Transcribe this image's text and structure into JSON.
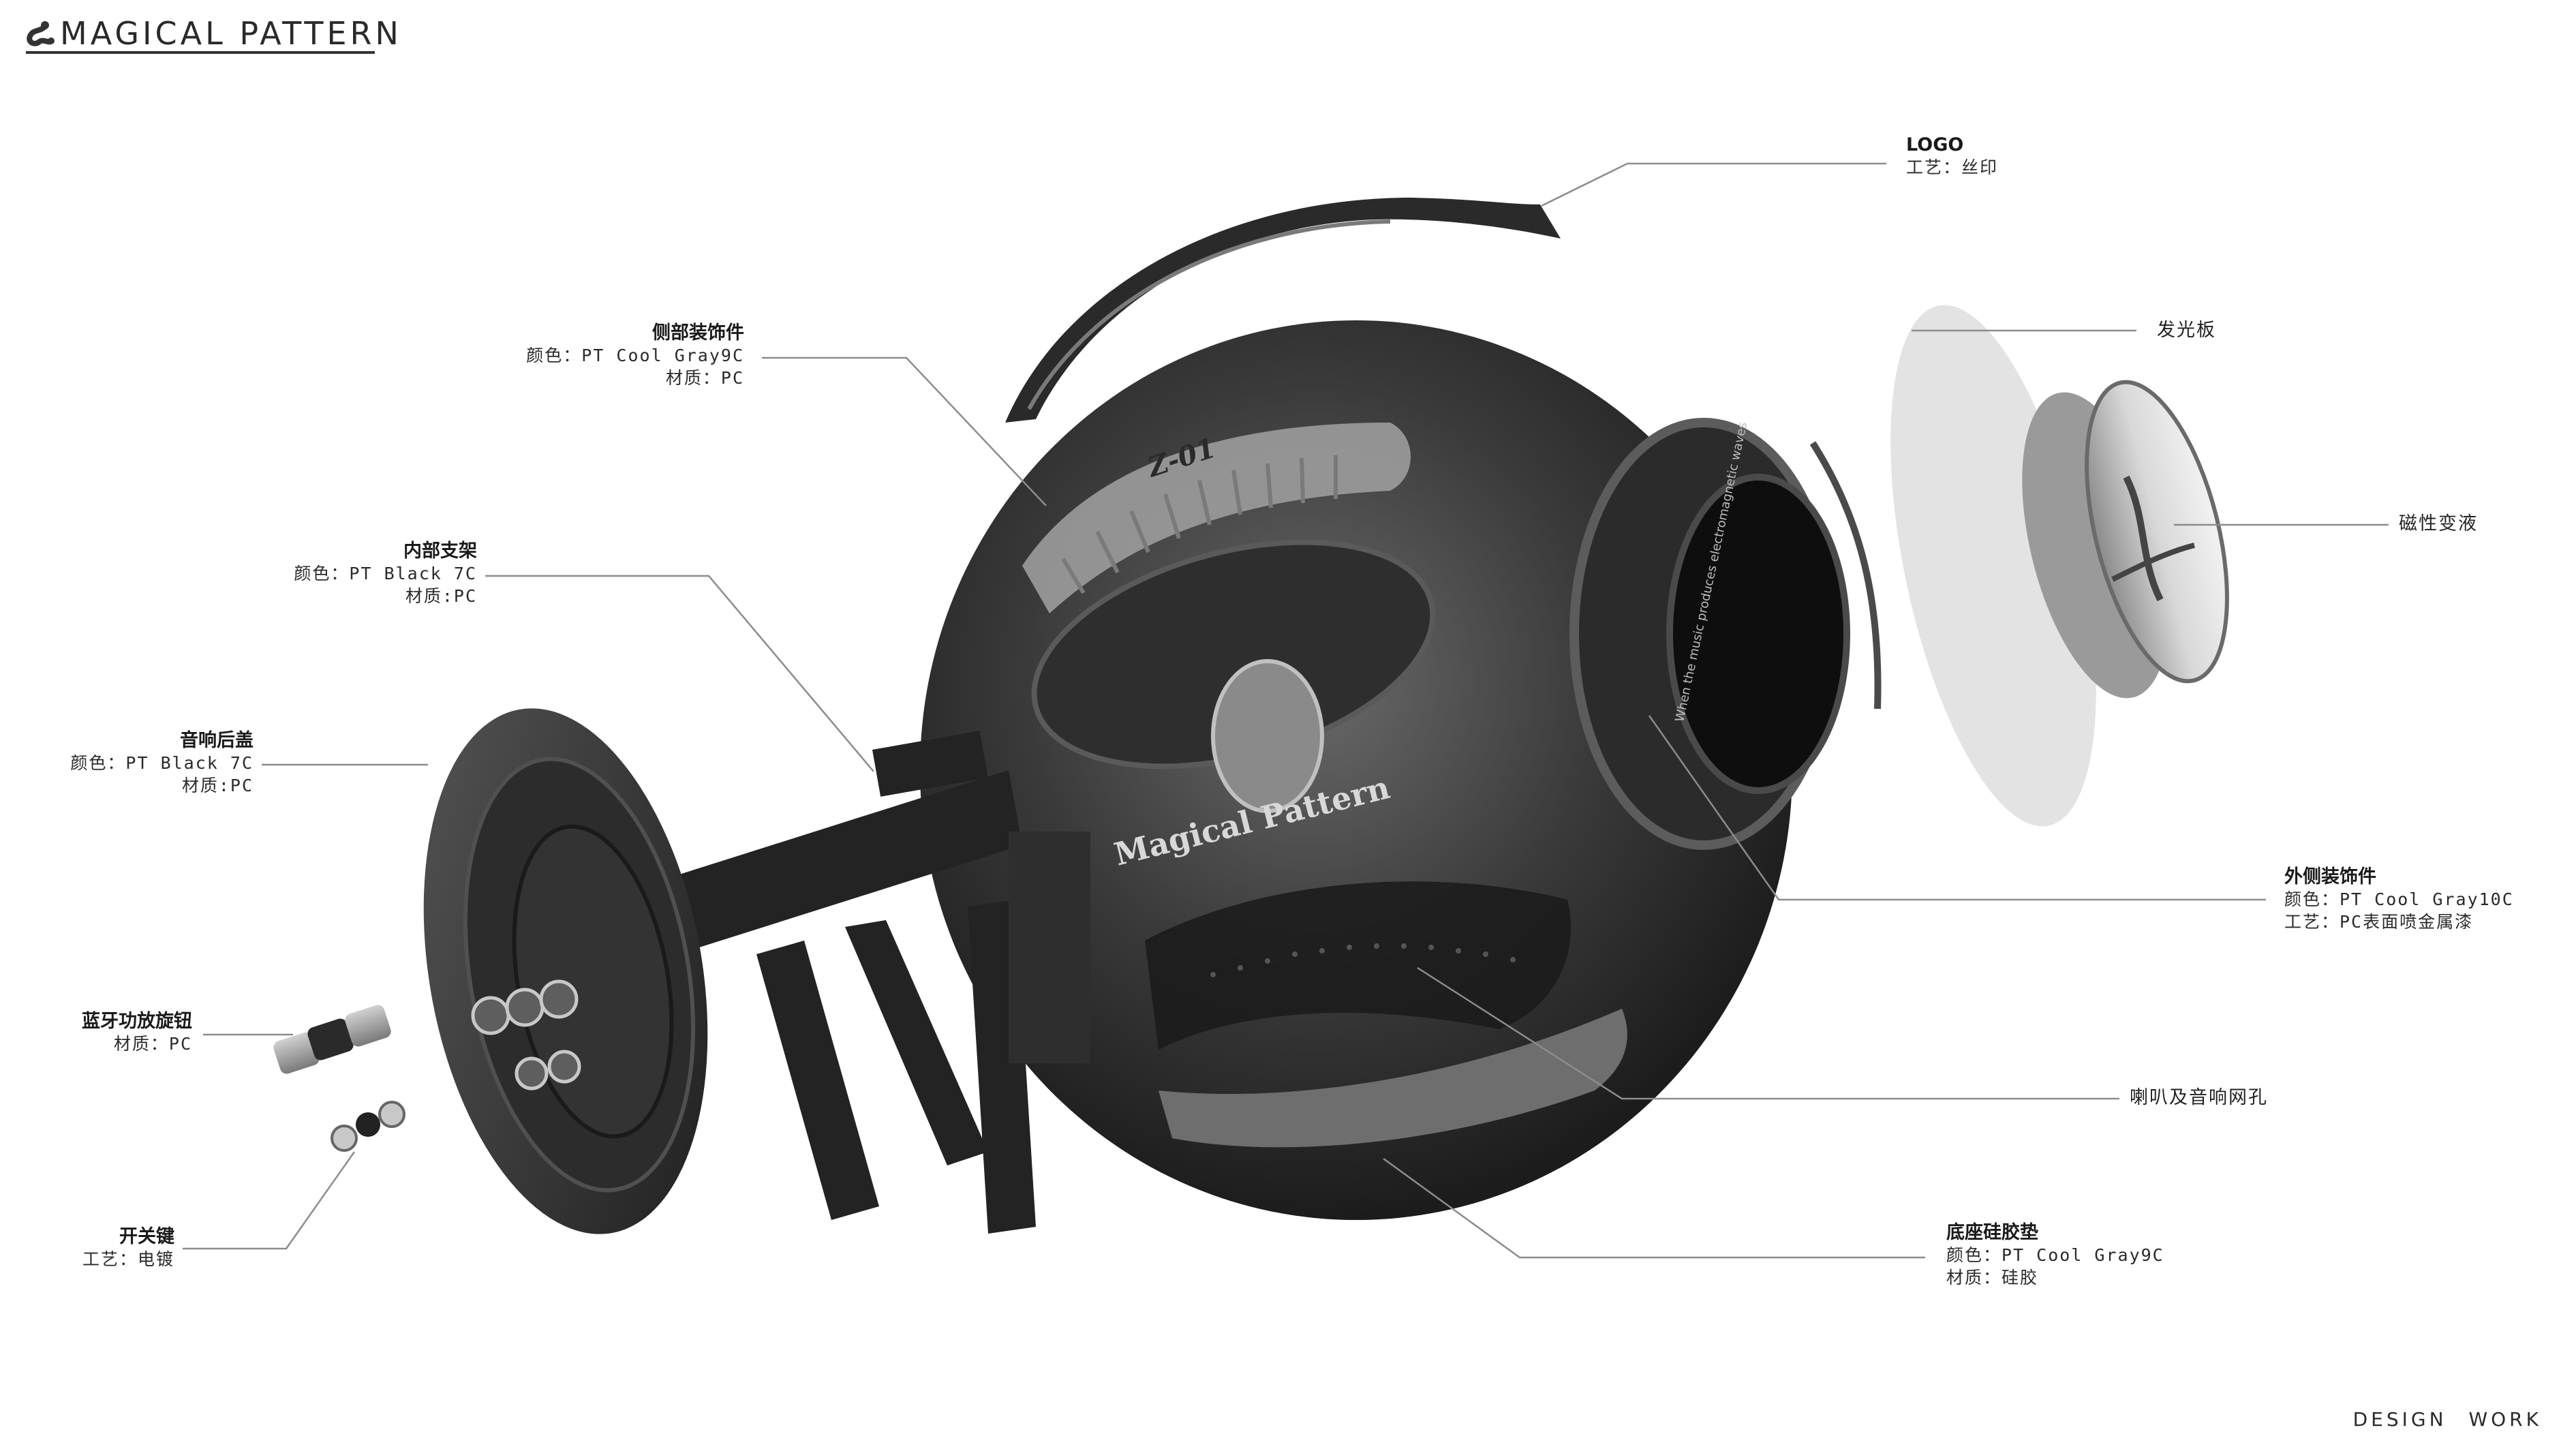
{
  "header": {
    "brand_name": "MAGICAL PATTERN",
    "brand_icon": "molecule-logo-icon"
  },
  "footer": {
    "label": "DESIGN WORK"
  },
  "product": {
    "model_mark": "Z-01",
    "body_logo_text": "Magical Pattern",
    "ring_text": "When the music produces electromagnetic waves"
  },
  "callouts": [
    {
      "id": "logo",
      "title": "LOGO",
      "lines": [
        "工艺：丝印"
      ]
    },
    {
      "id": "side-trim",
      "title": "侧部装饰件",
      "lines": [
        "颜色：PT Cool Gray9C",
        "材质：PC"
      ]
    },
    {
      "id": "inner-bracket",
      "title": "内部支架",
      "lines": [
        "颜色：PT Black 7C",
        "材质:PC"
      ]
    },
    {
      "id": "rear-cover",
      "title": "音响后盖",
      "lines": [
        "颜色：PT Black 7C",
        "材质:PC"
      ]
    },
    {
      "id": "bt-amp-knob",
      "title": "蓝牙功放旋钮",
      "lines": [
        "材质：PC"
      ]
    },
    {
      "id": "power-key",
      "title": "开关键",
      "lines": [
        "工艺：电镀"
      ]
    },
    {
      "id": "light-panel",
      "title": "发光板",
      "lines": []
    },
    {
      "id": "ferrofluid",
      "title": "磁性变液",
      "lines": []
    },
    {
      "id": "outer-trim",
      "title": "外侧装饰件",
      "lines": [
        "颜色：PT Cool Gray10C",
        "工艺：PC表面喷金属漆"
      ]
    },
    {
      "id": "speaker-grille",
      "title": "喇叭及音响网孔",
      "lines": []
    },
    {
      "id": "base-pad",
      "title": "底座硅胶垫",
      "lines": [
        "颜色：PT Cool Gray9C",
        "材质：硅胶"
      ]
    }
  ],
  "colors": {
    "leader_line": "#8c8c8c",
    "body_dark": "#2b2b2b",
    "body_mid": "#4a4a4a",
    "trim_gray": "#9a9a9a",
    "panel_light": "#e4e4e4"
  }
}
